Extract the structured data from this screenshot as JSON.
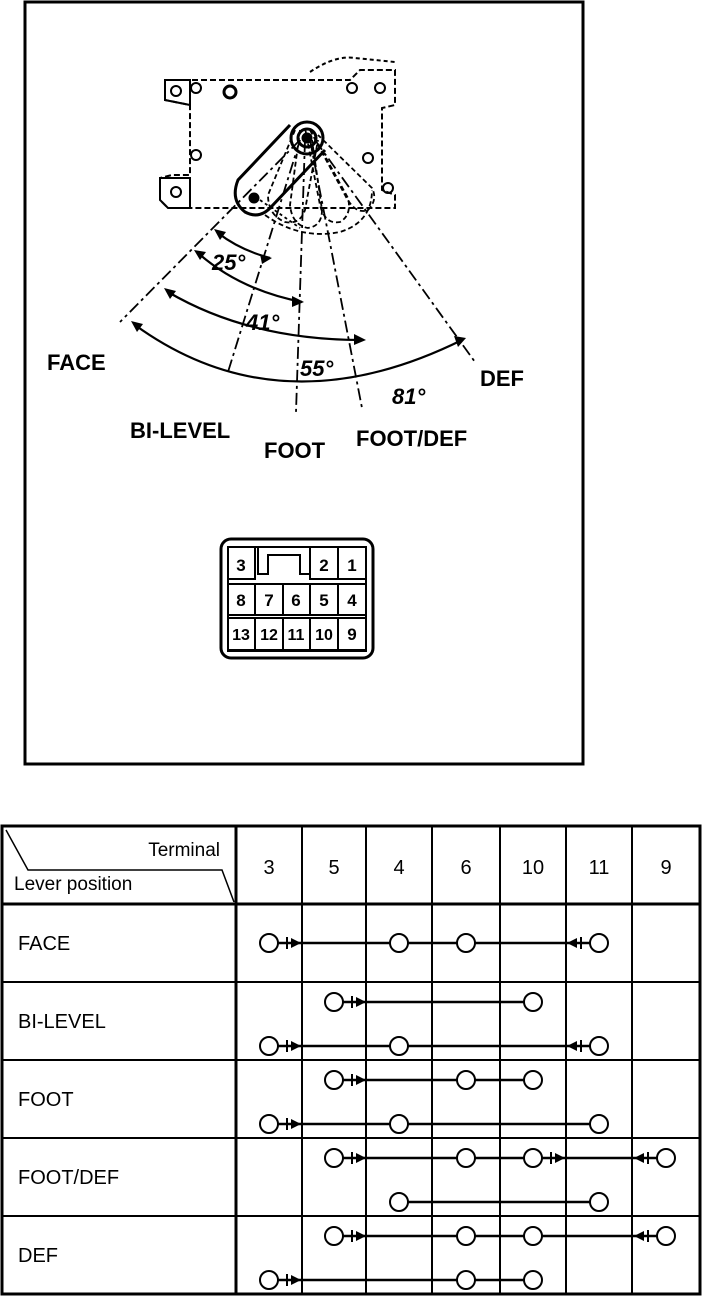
{
  "diagram": {
    "position_labels": {
      "face": "FACE",
      "bi_level": "BI-LEVEL",
      "foot": "FOOT",
      "foot_def": "FOOT/DEF",
      "def": "DEF"
    },
    "angles": {
      "a25": "25°",
      "a41": "41°",
      "a55": "55°",
      "a81": "81°"
    },
    "connector_pins": {
      "row1": [
        "3",
        "2",
        "1"
      ],
      "row2": [
        "8",
        "7",
        "6",
        "5",
        "4"
      ],
      "row3": [
        "13",
        "12",
        "11",
        "10",
        "9"
      ]
    }
  },
  "table": {
    "corner_top": "Terminal",
    "corner_bottom": "Lever position",
    "terminals": [
      "3",
      "5",
      "4",
      "6",
      "10",
      "11",
      "9"
    ],
    "rows": [
      {
        "label": "FACE",
        "lines": [
          {
            "from": "3",
            "to": "11",
            "circles": [
              "3",
              "4",
              "6",
              "11"
            ],
            "diode_from": "3",
            "diode_to": "11"
          }
        ]
      },
      {
        "label": "BI-LEVEL",
        "lines": [
          {
            "from": "5",
            "to": "10",
            "circles": [
              "5",
              "10"
            ],
            "diode_from": "5"
          },
          {
            "from": "3",
            "to": "11",
            "circles": [
              "3",
              "4",
              "11"
            ],
            "diode_from": "3",
            "diode_to": "11"
          }
        ]
      },
      {
        "label": "FOOT",
        "lines": [
          {
            "from": "5",
            "to": "10",
            "circles": [
              "5",
              "6",
              "10"
            ],
            "diode_from": "5"
          },
          {
            "from": "3",
            "to": "11",
            "circles": [
              "3",
              "4",
              "11"
            ],
            "diode_from": "3"
          }
        ]
      },
      {
        "label": "FOOT/DEF",
        "lines": [
          {
            "from": "5",
            "to": "9",
            "circles": [
              "5",
              "6",
              "10",
              "9"
            ],
            "diode_from": "5",
            "diode_mid": "10",
            "diode_to": "9"
          },
          {
            "from": "4",
            "to": "11",
            "circles": [
              "4",
              "11"
            ]
          }
        ]
      },
      {
        "label": "DEF",
        "lines": [
          {
            "from": "5",
            "to": "9",
            "circles": [
              "5",
              "6",
              "10",
              "9"
            ],
            "diode_from": "5",
            "diode_to": "9"
          },
          {
            "from": "3",
            "to": "10",
            "circles": [
              "3",
              "6",
              "10"
            ],
            "diode_from": "3"
          }
        ]
      }
    ]
  }
}
